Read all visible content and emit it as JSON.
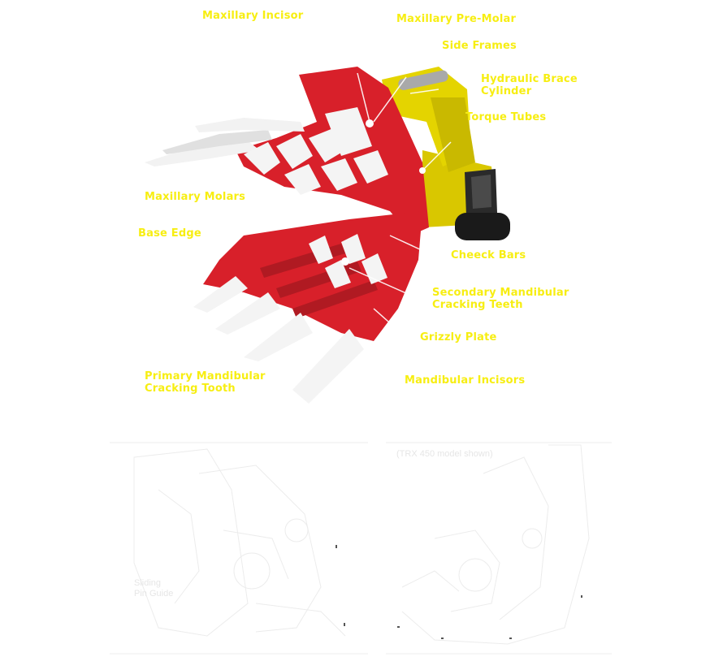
{
  "labels": {
    "maxillary_incisor": "Maxillary Incisor",
    "maxillary_pre_molar": "Maxillary Pre-Molar",
    "side_frames": "Side Frames",
    "hydraulic_brace_cylinder_line1": "Hydraulic Brace",
    "hydraulic_brace_cylinder_line2": "Cylinder",
    "torque_tubes": "Torque Tubes",
    "maxillary_molars": "Maxillary Molars",
    "base_edge": "Base Edge",
    "cheeck_bars": "Cheeck Bars",
    "secondary_mandibular_line1": "Secondary Mandibular",
    "secondary_mandibular_line2": "Cracking Teeth",
    "grizzly_plate": "Grizzly Plate",
    "primary_mandibular_line1": "Primary Mandibular",
    "primary_mandibular_line2": "Cracking Tooth",
    "mandibular_incisors": "Mandibular Incisors"
  },
  "drawings": {
    "left_caption_line1": "Sliding",
    "left_caption_line2": "Pin Guide",
    "right_caption": "(TRX 450 model shown)"
  },
  "colors": {
    "label": "#f7ee12",
    "bucket_red": "#d8202a",
    "excavator_yellow": "#e4d400",
    "teeth_white": "#f4f4f4",
    "track_black": "#1a1a1a"
  }
}
